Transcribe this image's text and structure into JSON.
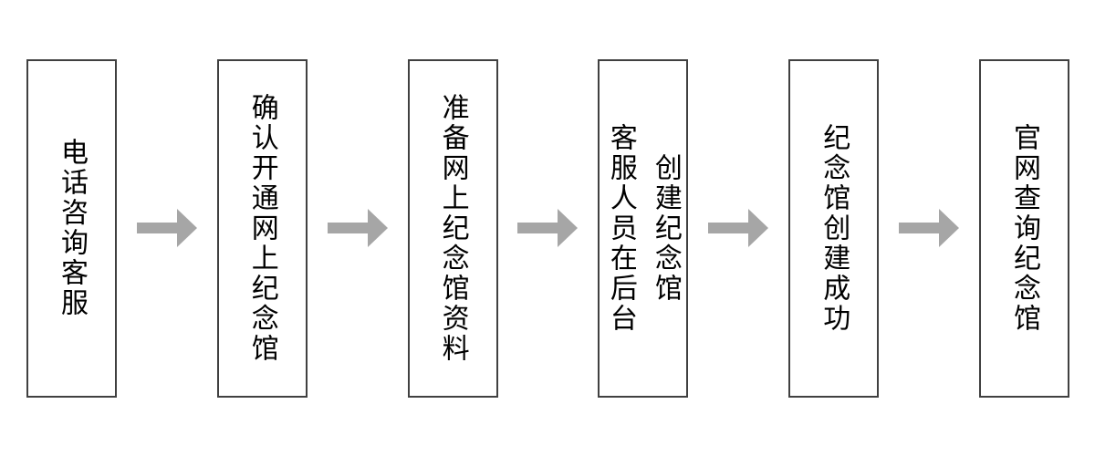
{
  "canvas": {
    "background_color": "#ffffff"
  },
  "flow": {
    "type": "horizontal-flowchart",
    "direction": "left-to-right",
    "steps": [
      {
        "label": "电话咨询客服"
      },
      {
        "label": "确认开通网上纪念馆"
      },
      {
        "label": "准备网上纪念馆资料"
      },
      {
        "label": "客服人员在后台\n创建纪念馆"
      },
      {
        "label": "纪念馆创建成功"
      },
      {
        "label": "官网查询纪念馆"
      }
    ],
    "connector": {
      "shape": "right-block-arrow",
      "color": "#a6a6a6"
    },
    "style": {
      "box_fill": "#ffffff",
      "box_border_color": "#404040",
      "text_color": "#000000"
    }
  }
}
